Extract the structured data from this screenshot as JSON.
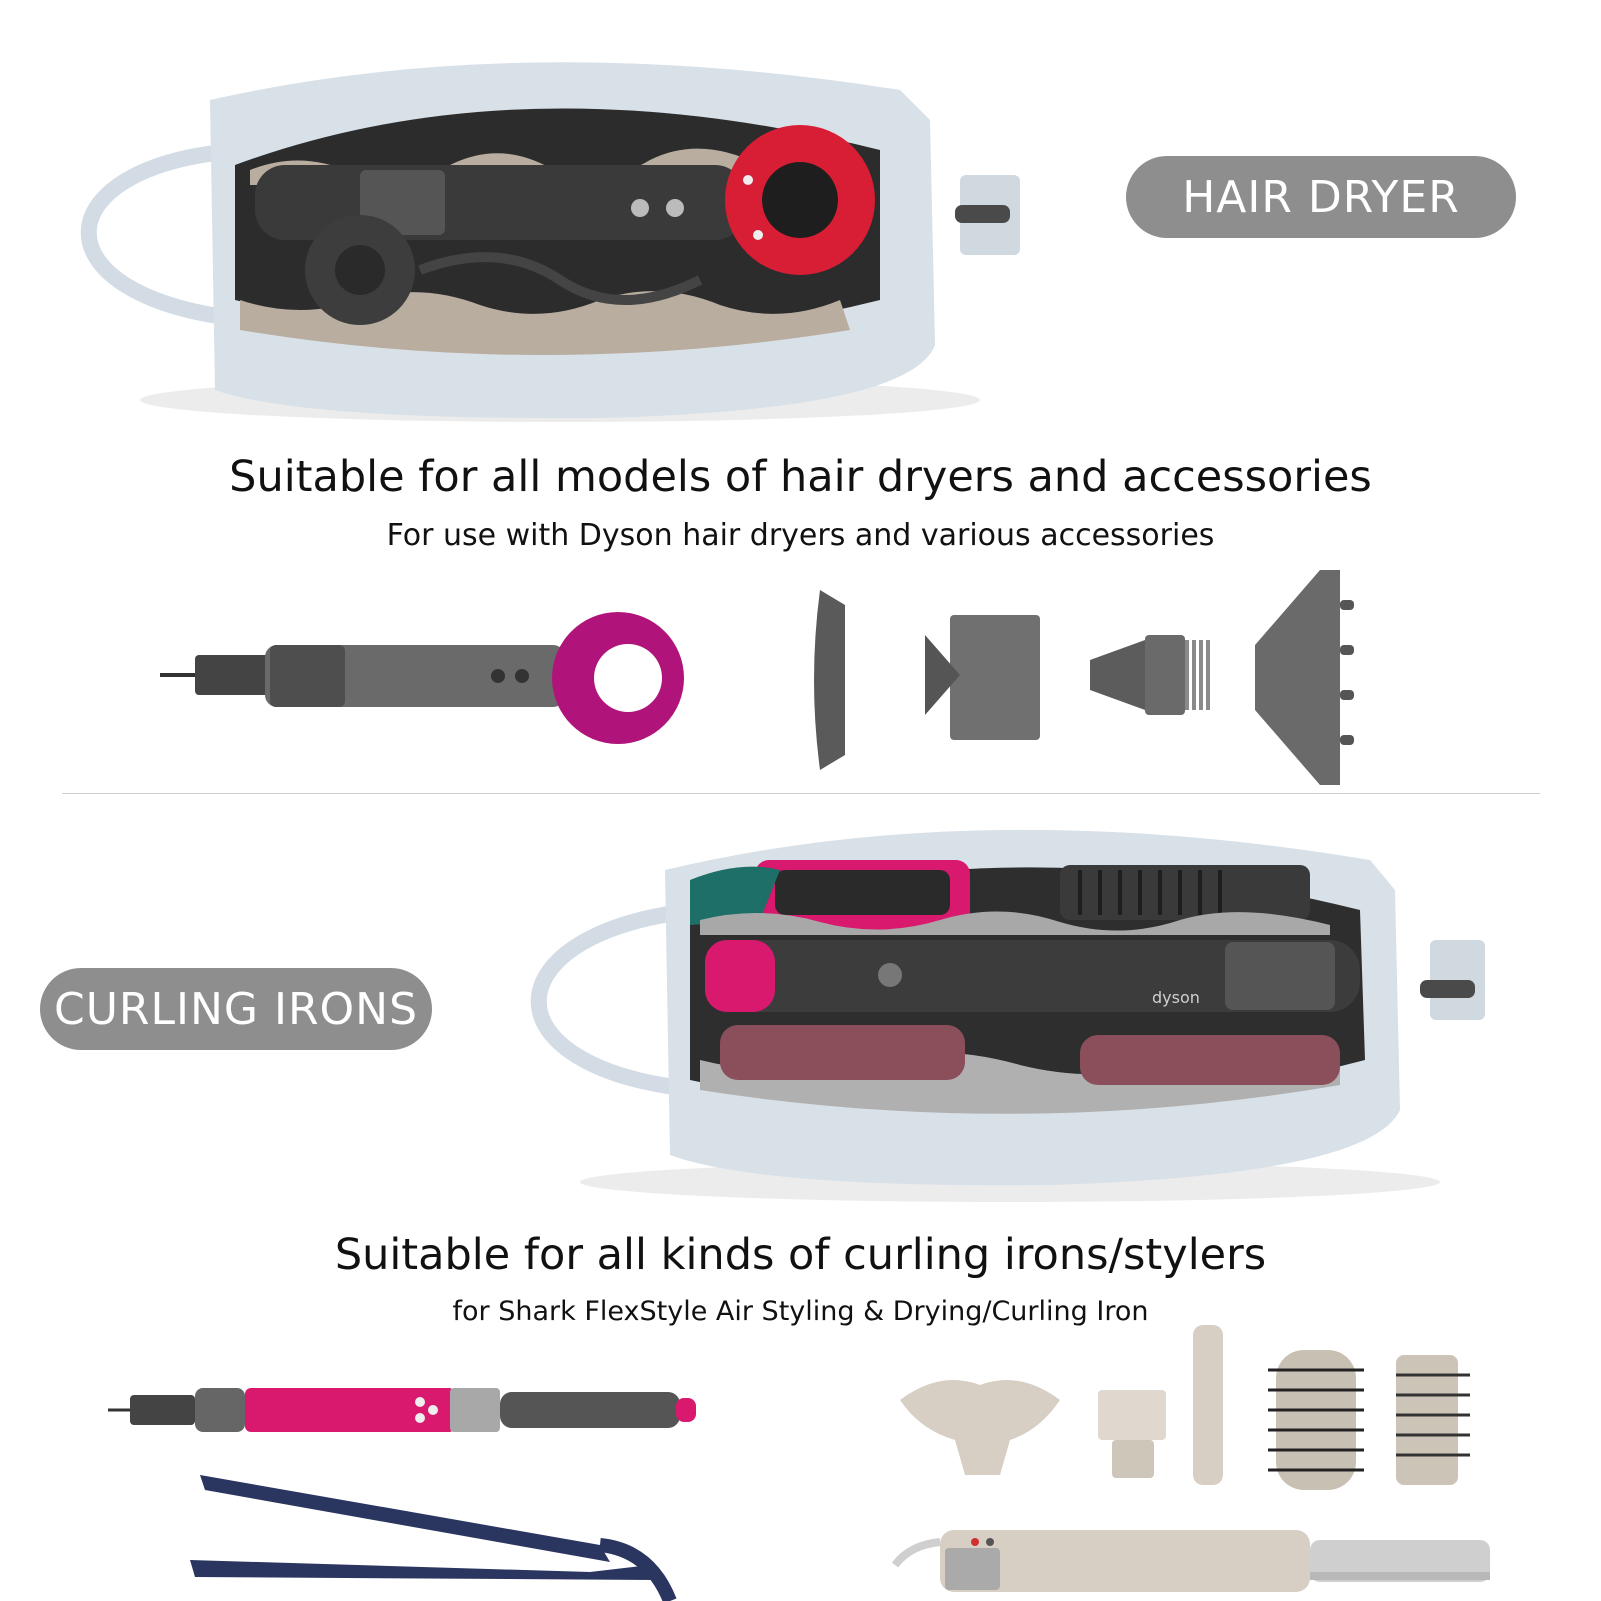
{
  "section_hair_dryer": {
    "badge": "HAIR DRYER",
    "headline": "Suitable for all models of hair dryers and accessories",
    "subline": "For use with Dyson hair dryers and various accessories"
  },
  "section_curling": {
    "badge": "CURLING IRONS",
    "headline": "Suitable for all kinds of curling irons/stylers",
    "subline": "for Shark FlexStyle Air Styling & Drying/Curling Iron"
  },
  "product_marks": {
    "airwrap_brand": "dyson"
  },
  "colors": {
    "bag": "#d8e0e8",
    "badge": "#8e8e8e",
    "dryer_red": "#d81e35",
    "dryer_fuchsia": "#b0147a",
    "styler_pink": "#d8196e",
    "grey_metal": "#6a6a6a",
    "champagne": "#d8cfc4",
    "straightener_navy": "#2a3560"
  }
}
